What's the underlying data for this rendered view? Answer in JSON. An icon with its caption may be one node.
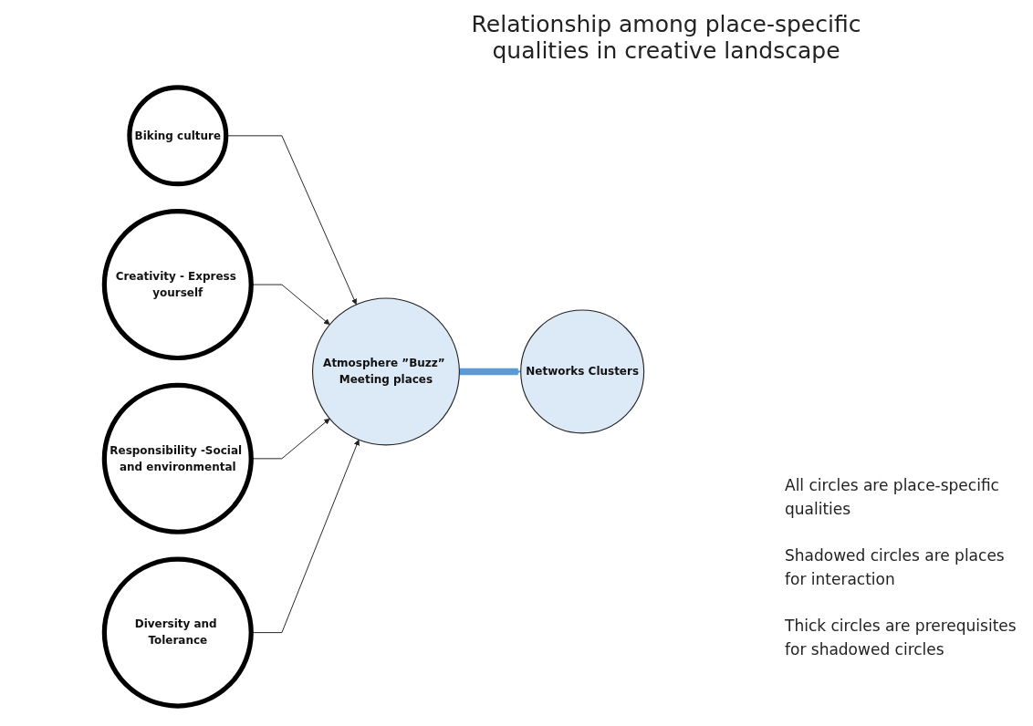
{
  "diagram": {
    "title": "Relationship among place-specific qualities in creative landscape",
    "nodes": [
      {
        "text": [
          "Biking culture"
        ]
      },
      {
        "text": [
          "Creativity - Express yourself"
        ]
      },
      {
        "text": [
          "Responsibility -Social and environmental"
        ]
      },
      {
        "text": [
          "Diversity and Tolerance"
        ]
      },
      {
        "text": [
          "Atmosphere ”Buzz” Meeting places"
        ]
      },
      {
        "text": [
          "Networks Clusters"
        ]
      }
    ],
    "edges": [
      {
        "from": 0,
        "to": 4,
        "arrow": "to"
      },
      {
        "from": 1,
        "to": 4,
        "arrow": "to"
      },
      {
        "from": 2,
        "to": 4,
        "arrow": "to"
      },
      {
        "from": 3,
        "to": 4,
        "arrow": "to"
      },
      {
        "from": 4,
        "to": 5,
        "arrow": "to",
        "style": "thick",
        "color": "#5b9bd5"
      }
    ],
    "labels": [
      "All circles are place-specific qualities",
      "Shadowed circles are places for interaction",
      "Thick circles are prerequisites for shadowed circles"
    ]
  }
}
